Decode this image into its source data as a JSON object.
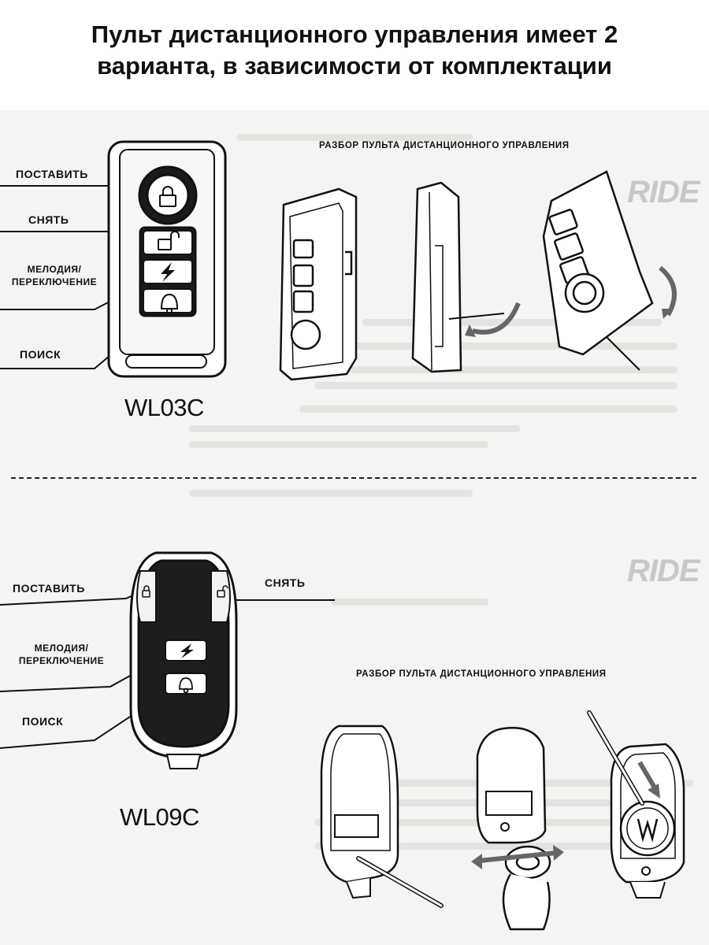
{
  "title_line1": "Пульт дистанционного управления имеет 2",
  "title_line2": "варианта, в зависимости от комплектации",
  "watermark": "RIDE",
  "variant1": {
    "model": "WL03C",
    "disassembly_heading": "РАЗБОР ПУЛЬТА ДИСТАНЦИОННОГО УПРАВЛЕНИЯ",
    "labels": {
      "arm": "ПОСТАВИТЬ",
      "disarm": "СНЯТЬ",
      "melody_l1": "МЕЛОДИЯ/",
      "melody_l2": "ПЕРЕКЛЮЧЕНИЕ",
      "search": "ПОИСК"
    },
    "icons": [
      "lock-icon",
      "unlock-icon",
      "lightning-icon",
      "bell-icon"
    ]
  },
  "variant2": {
    "model": "WL09C",
    "disassembly_heading": "РАЗБОР ПУЛЬТА ДИСТАНЦИОННОГО УПРАВЛЕНИЯ",
    "labels": {
      "arm": "ПОСТАВИТЬ",
      "disarm": "СНЯТЬ",
      "melody_l1": "МЕЛОДИЯ/",
      "melody_l2": "ПЕРЕКЛЮЧЕНИЕ",
      "search": "ПОИСК"
    },
    "icons": [
      "lock-icon",
      "unlock-icon",
      "lightning-icon",
      "bell-icon"
    ]
  },
  "colors": {
    "ink": "#111111",
    "background": "#f4f4f2",
    "watermark": "#c8c8c8"
  }
}
